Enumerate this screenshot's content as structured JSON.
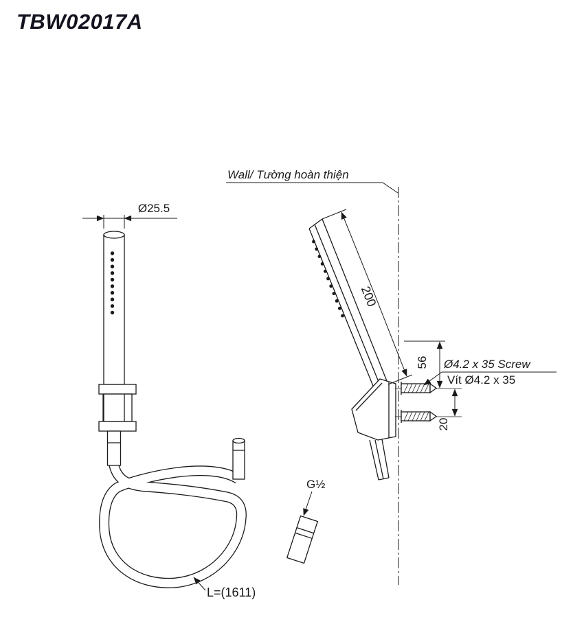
{
  "page": {
    "title": "TBW02017A"
  },
  "labels": {
    "wall": "Wall/ Tường hoàn thiện",
    "head_diameter": "Ø25.5",
    "body_length": "200",
    "dim_56": "56",
    "dim_20": "20",
    "screw_line1": "Ø4.2 x 35 Screw",
    "screw_line2": "Vít Ø4.2 x 35",
    "hose_length": "L=(1611)",
    "thread_size": "G½"
  },
  "colors": {
    "line": "#1a1a1a",
    "title": "#13131f",
    "background": "#ffffff"
  }
}
